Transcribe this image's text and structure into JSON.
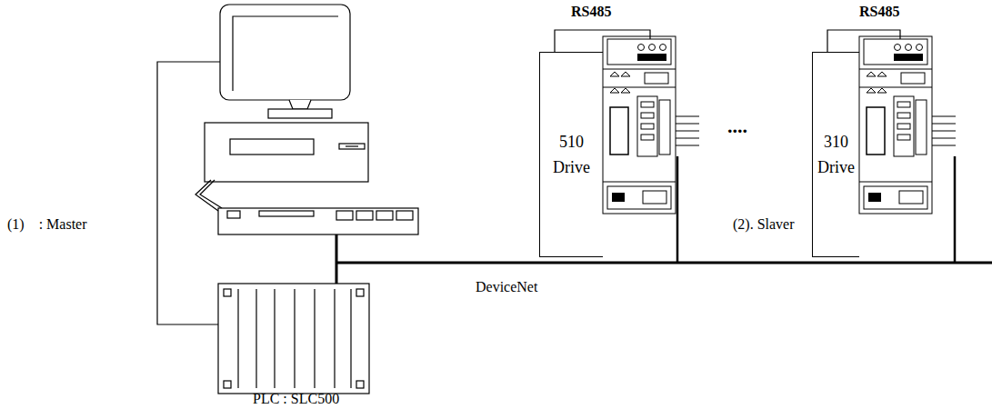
{
  "diagram": {
    "nodes": [
      {
        "text": [
          "510 Drive"
        ]
      },
      {
        "text": [
          "310 Drive"
        ]
      }
    ],
    "labels": [
      "RS485",
      "RS485",
      "(1)    : Master",
      "(2). Slaver",
      "DeviceNet",
      "PLC : SLC500",
      "...."
    ]
  }
}
